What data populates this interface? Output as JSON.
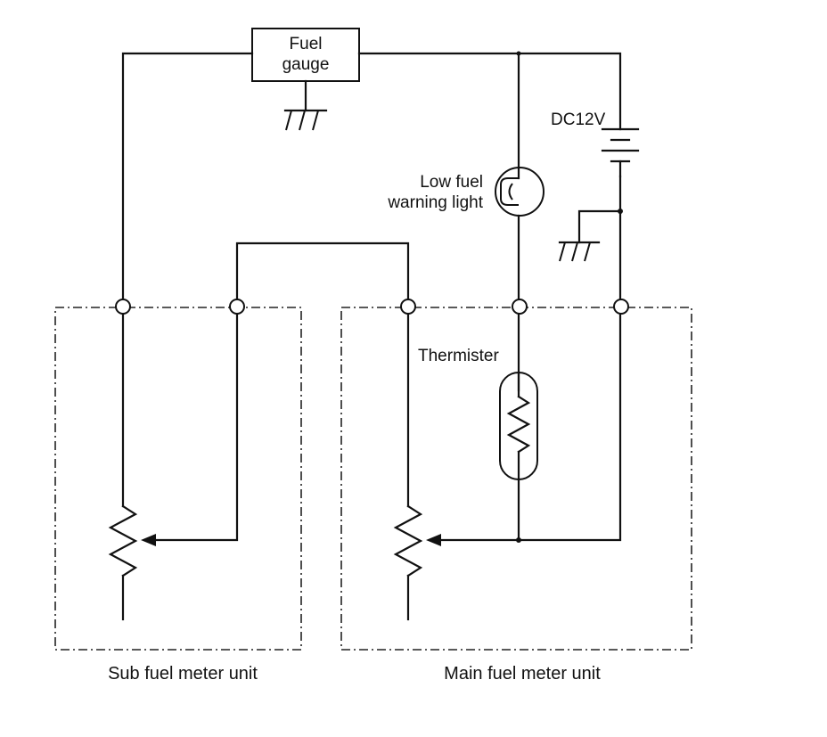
{
  "labels": {
    "fuel_gauge_line1": "Fuel",
    "fuel_gauge_line2": "gauge",
    "dc_supply": "DC12V",
    "warning_light_line1": "Low fuel",
    "warning_light_line2": "warning light",
    "thermister": "Thermister",
    "sub_unit": "Sub fuel meter unit",
    "main_unit": "Main fuel meter unit"
  },
  "icons": {
    "ground": "ground-symbol",
    "battery": "battery-symbol",
    "lamp": "bulb-symbol",
    "resistor": "variable-resistor-symbol",
    "thermistor": "thermistor-symbol",
    "terminal": "terminal-node"
  }
}
